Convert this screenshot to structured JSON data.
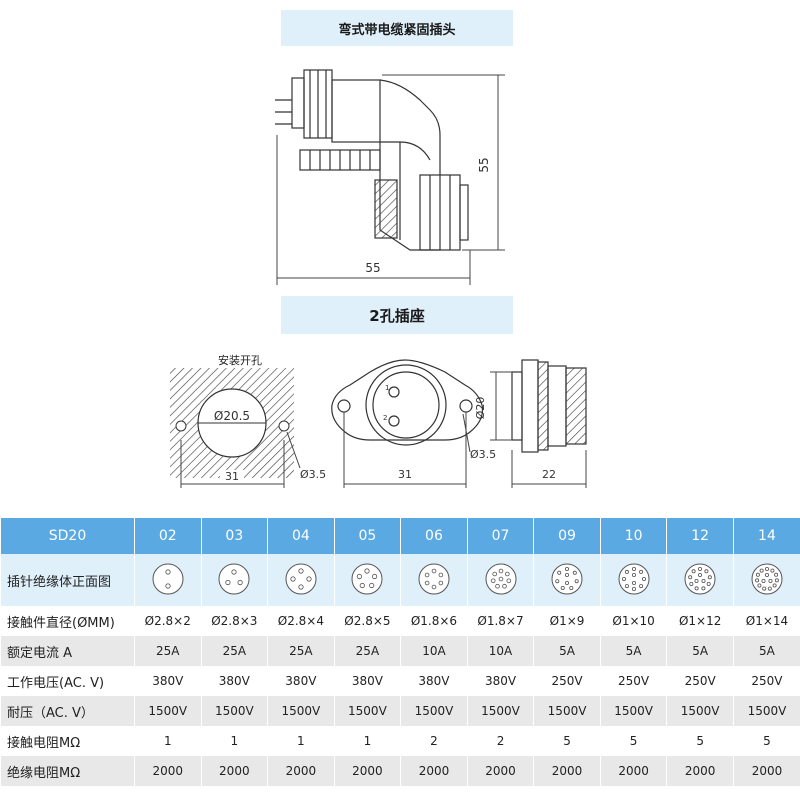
{
  "banner_top": "弯式带电缆紧固插头",
  "banner_middle": "2孔插座",
  "plug_dims": {
    "height": "55",
    "width": "55"
  },
  "socket_dims": {
    "mount_label": "安装开孔",
    "hole_dia": "Ø20.5",
    "hole_spacing": "31",
    "screw_hole": "Ø3.5",
    "flange_width": "31",
    "flange_screw": "Ø3.5",
    "pin1": "1",
    "pin2": "2",
    "thread_dia": "Ø20",
    "side_length": "22"
  },
  "table": {
    "model_label": "SD20",
    "models": [
      "02",
      "03",
      "04",
      "05",
      "06",
      "07",
      "09",
      "10",
      "12",
      "14"
    ],
    "pin_row_label": "插针绝缘体正面图",
    "rows": [
      {
        "label": "接触件直径(ØMM)",
        "values": [
          "Ø2.8×2",
          "Ø2.8×3",
          "Ø2.8×4",
          "Ø2.8×5",
          "Ø1.8×6",
          "Ø1.8×7",
          "Ø1×9",
          "Ø1×10",
          "Ø1×12",
          "Ø1×14"
        ]
      },
      {
        "label": "额定电流 A",
        "values": [
          "25A",
          "25A",
          "25A",
          "25A",
          "10A",
          "10A",
          "5A",
          "5A",
          "5A",
          "5A"
        ]
      },
      {
        "label": "工作电压(AC. V)",
        "values": [
          "380V",
          "380V",
          "380V",
          "380V",
          "380V",
          "380V",
          "250V",
          "250V",
          "250V",
          "250V"
        ]
      },
      {
        "label": "耐压（AC. V）",
        "values": [
          "1500V",
          "1500V",
          "1500V",
          "1500V",
          "1500V",
          "1500V",
          "1500V",
          "1500V",
          "1500V",
          "1500V"
        ]
      },
      {
        "label": "接触电阻MΩ",
        "values": [
          "1",
          "1",
          "1",
          "1",
          "2",
          "2",
          "5",
          "5",
          "5",
          "5"
        ]
      },
      {
        "label": "绝缘电阻MΩ",
        "values": [
          "2000",
          "2000",
          "2000",
          "2000",
          "2000",
          "2000",
          "2000",
          "2000",
          "2000",
          "2000"
        ]
      }
    ]
  }
}
